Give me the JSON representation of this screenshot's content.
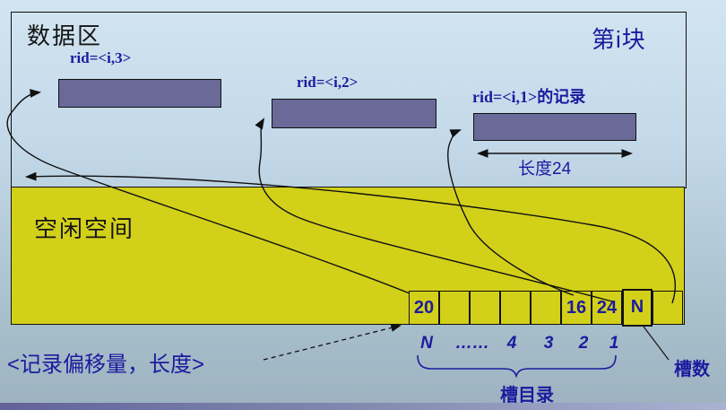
{
  "header": {
    "data_area_label": "数据区",
    "block_label": "第i块"
  },
  "records": [
    {
      "label": "rid=<i,3>"
    },
    {
      "label": "rid=<i,2>"
    },
    {
      "label": "rid=<i,1>的记录"
    }
  ],
  "length_label": "长度24",
  "free_space_label": "空闲空间",
  "slots": {
    "cells": [
      {
        "value": "20"
      },
      {
        "value": ""
      },
      {
        "value": ""
      },
      {
        "value": ""
      },
      {
        "value": ""
      },
      {
        "value": "16"
      },
      {
        "value": "24"
      },
      {
        "value": "N"
      },
      {
        "value": ""
      }
    ],
    "index_labels": [
      "N",
      "……",
      "4",
      "3",
      "2",
      "1"
    ],
    "directory_label": "槽目录",
    "count_label": "槽数"
  },
  "offset_note": "<记录偏移量，长度>",
  "colors": {
    "free_space_fill": "#d3d01a",
    "record_fill": "#6a6a98",
    "accent_navy": "#1b1b9e",
    "line_black": "#111111"
  }
}
